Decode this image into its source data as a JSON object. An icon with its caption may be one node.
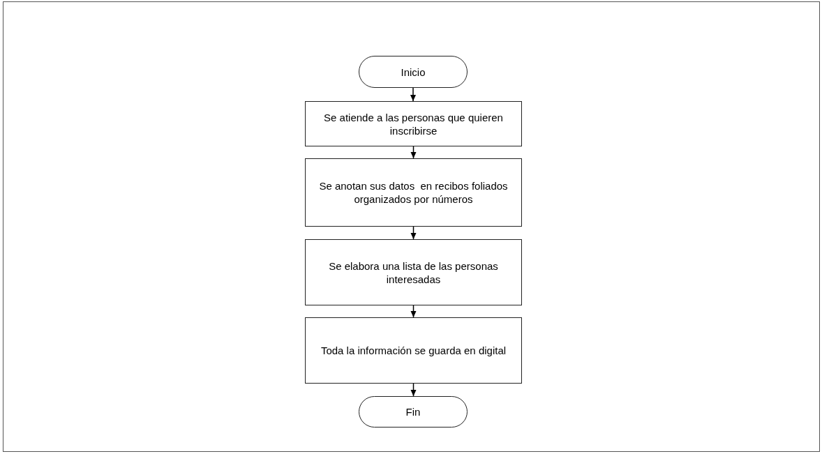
{
  "diagram": {
    "nodes": [
      {
        "text": [
          "Inicio"
        ]
      },
      {
        "text": [
          "Se atiende a las personas que quieren inscribirse"
        ]
      },
      {
        "text": [
          "Se anotan sus datos  en recibos foliados organizados por números"
        ]
      },
      {
        "text": [
          "Se elabora una lista de las personas interesadas"
        ]
      },
      {
        "text": [
          "Toda la información se guarda en digital"
        ]
      },
      {
        "text": [
          "Fin"
        ]
      }
    ],
    "edges": [
      {
        "from": 0,
        "to": 1,
        "arrow": "to"
      },
      {
        "from": 1,
        "to": 2,
        "arrow": "to"
      },
      {
        "from": 2,
        "to": 3,
        "arrow": "to"
      },
      {
        "from": 3,
        "to": 4,
        "arrow": "to"
      },
      {
        "from": 4,
        "to": 5,
        "arrow": "to"
      }
    ]
  }
}
